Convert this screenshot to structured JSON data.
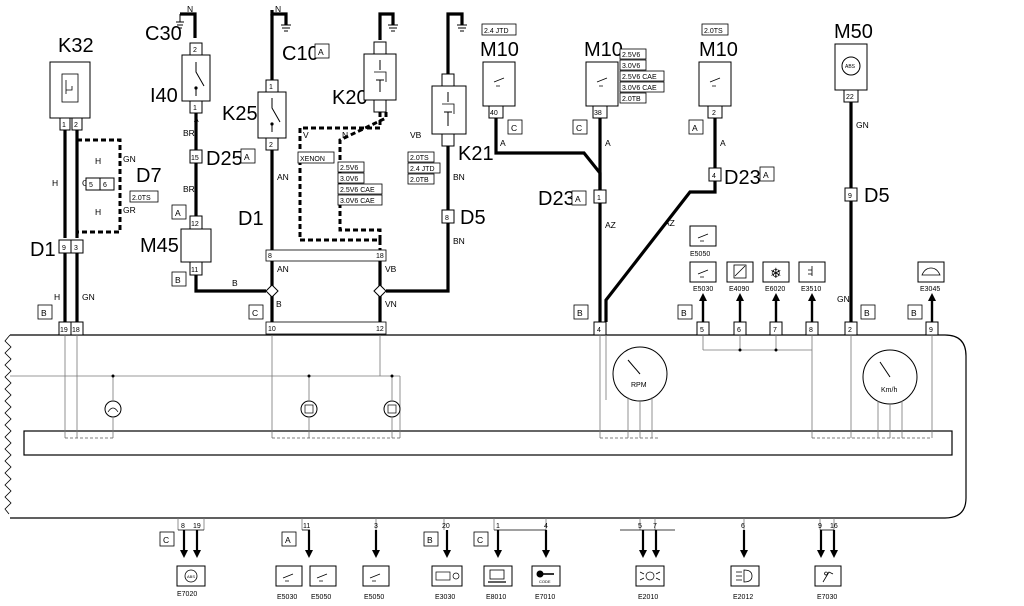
{
  "components": {
    "K32": "K32",
    "C30": "C30",
    "I40": "I40",
    "C10": "C10",
    "K25": "K25",
    "K20": "K20",
    "K21": "K21",
    "M10": "M10",
    "M50": "M50",
    "M45": "M45",
    "D1": "D1",
    "D5": "D5",
    "D7": "D7",
    "D23": "D23",
    "D25": "D25"
  },
  "tags": {
    "A": "A",
    "B": "B",
    "C": "C"
  },
  "notes": {
    "jtd": "2.4 JTD",
    "ts": "2.0TS",
    "xenon": "XENON",
    "v25v6": "2.5V6",
    "v30v6": "3.0V6",
    "v25cae": "2.5V6 CAE",
    "v30cae": "3.0V6 CAE",
    "v24jtd": "2.4 JTD",
    "v20tb": "2.0TB",
    "v20ts": "2.0TS"
  },
  "wire_colors": {
    "N": "N",
    "B": "B",
    "BR": "BR",
    "AN": "AN",
    "V": "V",
    "VB": "VB",
    "BN": "BN",
    "H": "H",
    "GN": "GN",
    "GR": "GR",
    "A": "A",
    "AZ": "AZ",
    "VN": "VN"
  },
  "pins": {
    "p1": "1",
    "p2": "2",
    "p3": "3",
    "p4": "4",
    "p5": "5",
    "p6": "6",
    "p7": "7",
    "p8": "8",
    "p9": "9",
    "p10": "10",
    "p11": "11",
    "p12": "12",
    "p15": "15",
    "p16": "16",
    "p18": "18",
    "p19": "19",
    "p20": "20",
    "p22": "22",
    "p38": "38",
    "p40": "40"
  },
  "gauges": {
    "rpm": "RPM",
    "kmh": "Km/h"
  },
  "codes": {
    "E5050": "E5050",
    "E5030": "E5030",
    "E4090": "E4090",
    "E6020": "E6020",
    "E3510": "E3510",
    "E3045": "E3045",
    "E7020": "E7020",
    "E3030": "E3030",
    "E8010": "E8010",
    "E7010": "E7010",
    "E2010": "E2010",
    "E2012": "E2012",
    "E7030": "E7030"
  },
  "icon_labels": {
    "code": "CODE",
    "abs": "ABS"
  }
}
